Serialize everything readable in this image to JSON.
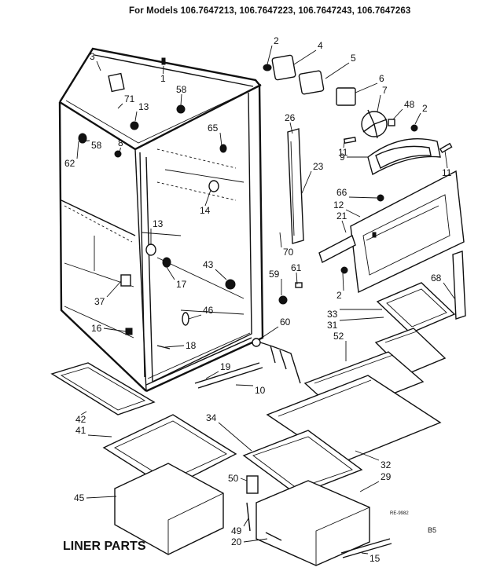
{
  "header": {
    "models_text": "For Models 106.7647213, 106.7647223, 106.7647243, 106.7647263"
  },
  "title": "LINER PARTS",
  "reference_code": "RE-9982",
  "page_code": "B5",
  "callouts": [
    {
      "label": "2"
    },
    {
      "label": "3"
    },
    {
      "label": "4"
    },
    {
      "label": "5"
    },
    {
      "label": "1"
    },
    {
      "label": "71"
    },
    {
      "label": "58"
    },
    {
      "label": "6"
    },
    {
      "label": "7"
    },
    {
      "label": "48"
    },
    {
      "label": "2"
    },
    {
      "label": "13"
    },
    {
      "label": "26"
    },
    {
      "label": "65"
    },
    {
      "label": "58"
    },
    {
      "label": "8"
    },
    {
      "label": "11"
    },
    {
      "label": "62"
    },
    {
      "label": "23"
    },
    {
      "label": "9"
    },
    {
      "label": "11"
    },
    {
      "label": "66"
    },
    {
      "label": "12"
    },
    {
      "label": "14"
    },
    {
      "label": "21"
    },
    {
      "label": "13"
    },
    {
      "label": "70"
    },
    {
      "label": "43"
    },
    {
      "label": "61"
    },
    {
      "label": "59"
    },
    {
      "label": "17"
    },
    {
      "label": "2"
    },
    {
      "label": "68"
    },
    {
      "label": "37"
    },
    {
      "label": "33"
    },
    {
      "label": "46"
    },
    {
      "label": "31"
    },
    {
      "label": "16"
    },
    {
      "label": "60"
    },
    {
      "label": "52"
    },
    {
      "label": "18"
    },
    {
      "label": "19"
    },
    {
      "label": "10"
    },
    {
      "label": "42"
    },
    {
      "label": "41"
    },
    {
      "label": "34"
    },
    {
      "label": "32"
    },
    {
      "label": "29"
    },
    {
      "label": "50"
    },
    {
      "label": "45"
    },
    {
      "label": "49"
    },
    {
      "label": "20"
    },
    {
      "label": "15"
    }
  ]
}
